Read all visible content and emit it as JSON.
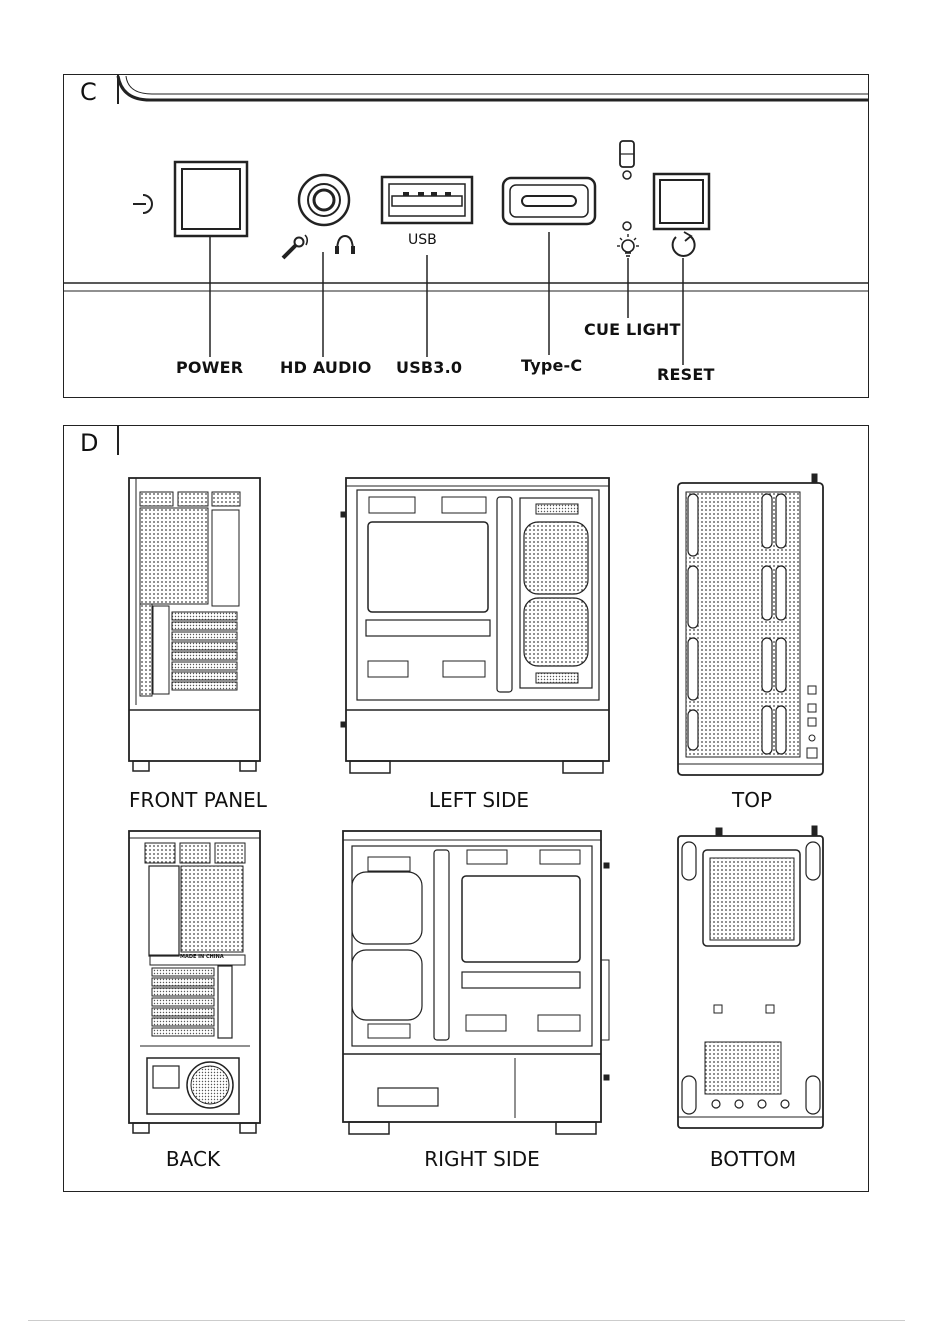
{
  "panel_c": {
    "letter": "C",
    "port_usb_text": "USB",
    "callouts": {
      "power": "POWER",
      "hd_audio": "HD AUDIO",
      "usb": "USB3.0",
      "typec": "Type-C",
      "cue_light": "CUE LIGHT",
      "reset": "RESET"
    },
    "icons": [
      "power-symbol-icon",
      "microphone-icon",
      "headphone-icon",
      "light-bulb-icon",
      "reset-arrow-icon",
      "led-indicator-icon"
    ]
  },
  "panel_d": {
    "letter": "D",
    "views": {
      "front": "FRONT PANEL",
      "left": "LEFT SIDE",
      "top": "TOP",
      "back": "BACK",
      "right": "RIGHT SIDE",
      "bottom": "BOTTOM"
    },
    "back_label": "MADE IN CHINA"
  }
}
